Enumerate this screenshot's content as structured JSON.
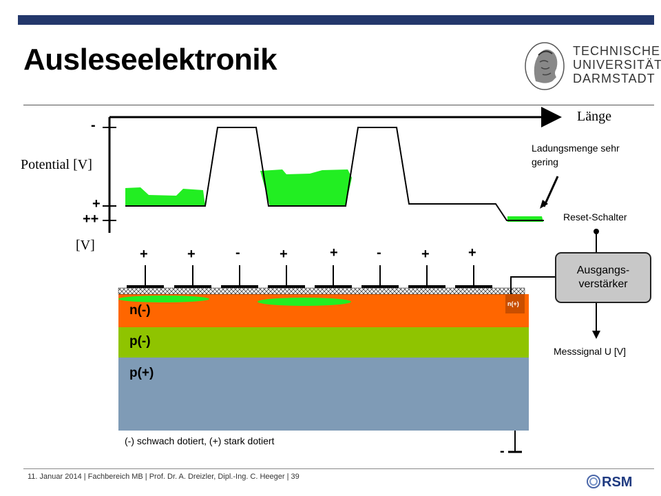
{
  "title": "Ausleseelektronik",
  "logo": {
    "lines": [
      "TECHNISCHE",
      "UNIVERSITÄT",
      "DARMSTADT"
    ]
  },
  "axis": {
    "x_label": "Länge",
    "y_label": "Potential [V]",
    "unit_label": "[V]",
    "tick_minus": "-",
    "tick_plus": "+",
    "tick_plusplus": "++"
  },
  "annotations": {
    "charge_note": "Ladungsmenge sehr gering",
    "reset": "Reset-Schalter",
    "output_signal": "Messsignal U [V]",
    "doping_note": "(-) schwach dotiert, (+) stark dotiert",
    "ground_sign": "-"
  },
  "electrode_signs": [
    "+",
    "+",
    "-",
    "+",
    "+",
    "-",
    "+",
    "+"
  ],
  "layers": {
    "n_minus": "n(-)",
    "p_minus": "p(-)",
    "p_plus": "p(+)",
    "n_plus": "n(+)"
  },
  "amplifier": {
    "label": "Ausgangs-\nverstärker"
  },
  "footer": "11. Januar 2014 | Fachbereich MB | Prof. Dr. A. Dreizler, Dipl.-Ing. C. Heeger | 39",
  "footer_logo": "RSM",
  "colors": {
    "n_layer": "#ff6600",
    "p_layer": "#8fc400",
    "p_plus_layer": "#7f9bb6",
    "charge": "#22ee22",
    "amplifier": "#c8c8c8",
    "topbar": "#23376b"
  }
}
